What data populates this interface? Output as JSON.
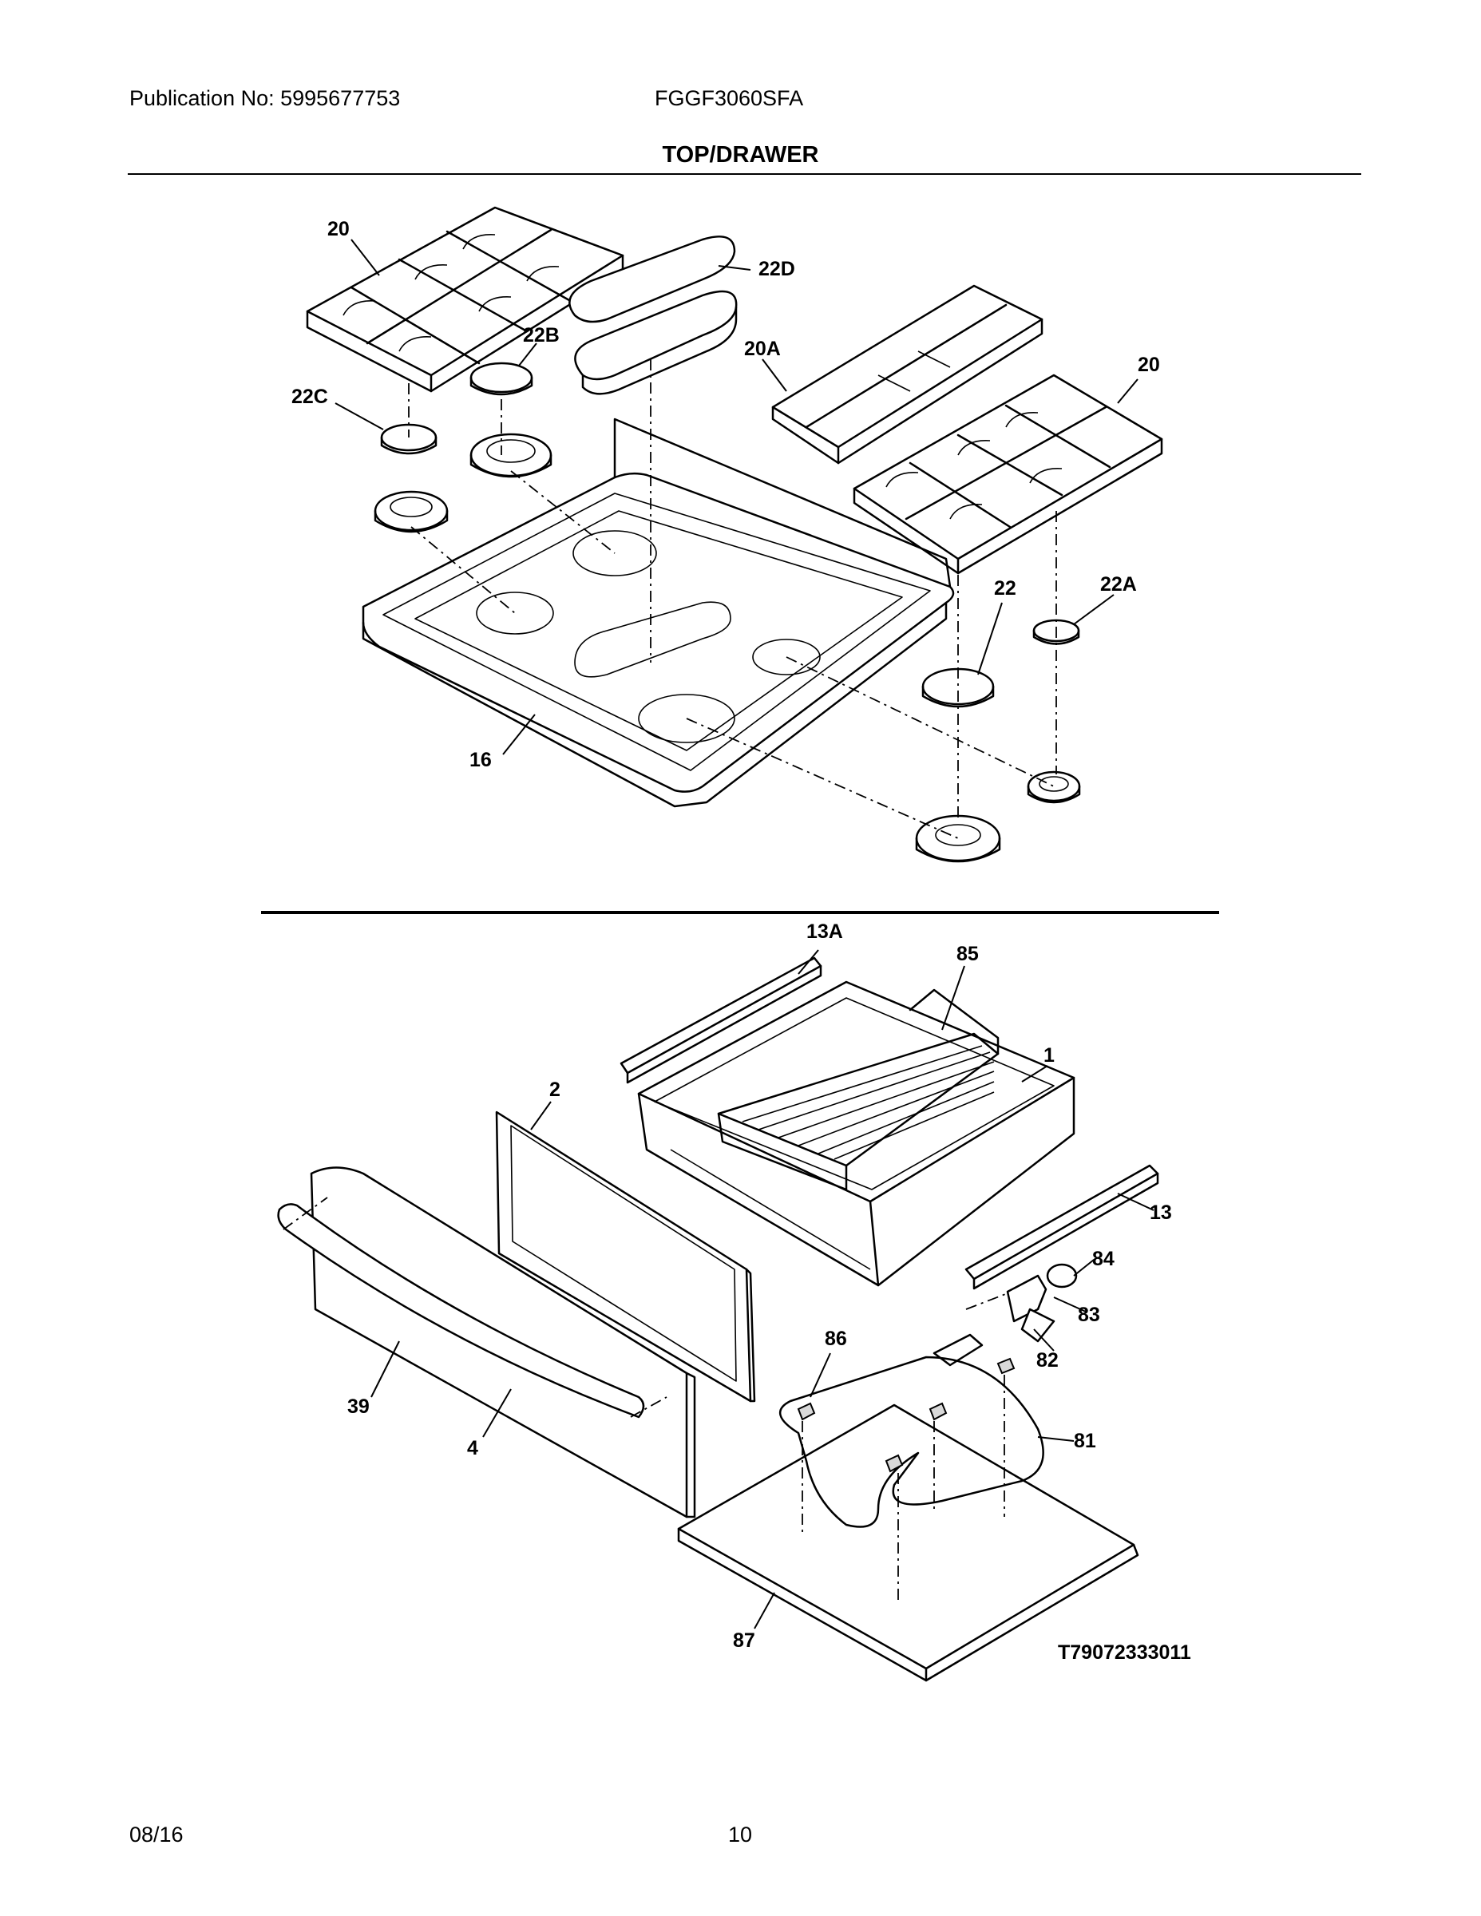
{
  "header": {
    "publication": "Publication No: 5995677753",
    "model": "FGGF3060SFA",
    "section_title": "TOP/DRAWER"
  },
  "callouts": {
    "c20_left": "20",
    "c22D": "22D",
    "c22B": "22B",
    "c20A": "20A",
    "c20_right": "20",
    "c22C": "22C",
    "c22": "22",
    "c22A": "22A",
    "c16": "16",
    "c13A": "13A",
    "c85": "85",
    "c1": "1",
    "c2": "2",
    "c13": "13",
    "c84": "84",
    "c83": "83",
    "c86": "86",
    "c82": "82",
    "c39": "39",
    "c81": "81",
    "c4": "4",
    "c87": "87"
  },
  "figure_id": "T79072333011",
  "footer": {
    "date": "08/16",
    "page": "10"
  }
}
